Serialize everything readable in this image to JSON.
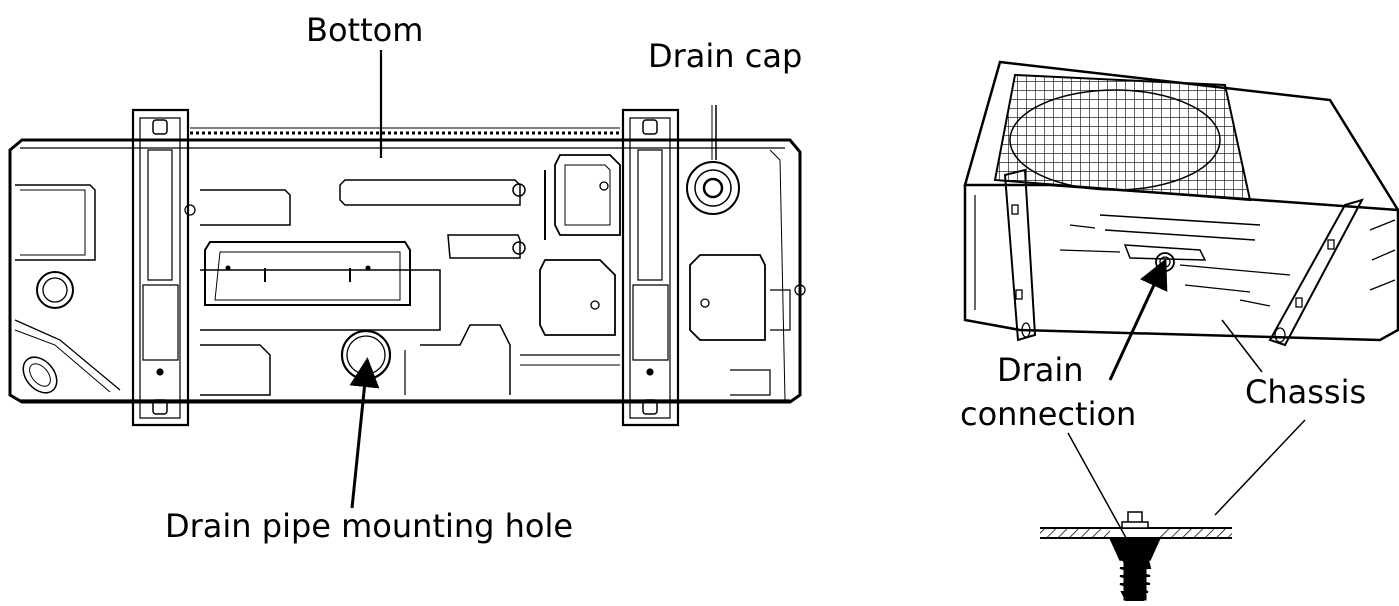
{
  "labels": {
    "bottom": "Bottom",
    "drain_cap": "Drain cap",
    "drain_pipe_mounting_hole": "Drain pipe mounting hole",
    "drain_connection_line1": "Drain",
    "drain_connection_line2": "connection",
    "chassis": "Chassis"
  },
  "colors": {
    "line": "#000000",
    "background": "#ffffff"
  }
}
